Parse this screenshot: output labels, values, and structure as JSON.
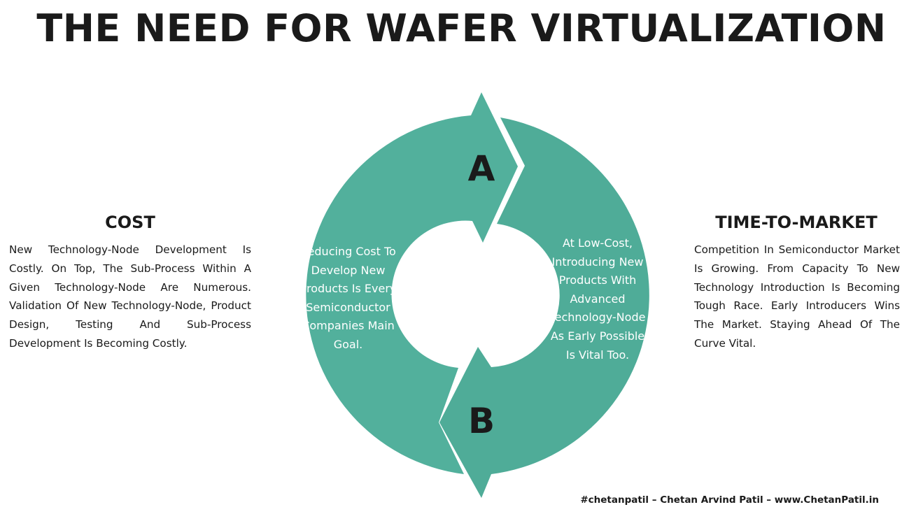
{
  "title": "THE NEED FOR WAFER VIRTUALIZATION",
  "cost": {
    "heading": "COST",
    "body": "New Technology-Node Development Is Costly. On Top, The Sub-Process Within A Given Technology-Node Are Numerous. Validation Of New Technology-Node, Product Design, Testing And Sub-Process Development Is Becoming Costly."
  },
  "time_to_market": {
    "heading": "TIME-TO-MARKET",
    "body": "Competition In Semiconductor Market Is Growing. From Capacity To New Technology Introduction Is Becoming Tough Race. Early Introducers Wins The Market. Staying Ahead Of The Curve Vital."
  },
  "cycle": {
    "left_text": "Reducing Cost To Develop New Products Is Every Semiconductor Companies Main Goal.",
    "right_text": "At Low-Cost, Introducing New Products With Advanced Technology-Node As Early Possible Is Vital Too.",
    "label_a": "A",
    "label_b": "B",
    "color_left": "#52b09c",
    "color_right": "#4fac98"
  },
  "footer": "#chetanpatil – Chetan Arvind Patil – www.ChetanPatil.in"
}
